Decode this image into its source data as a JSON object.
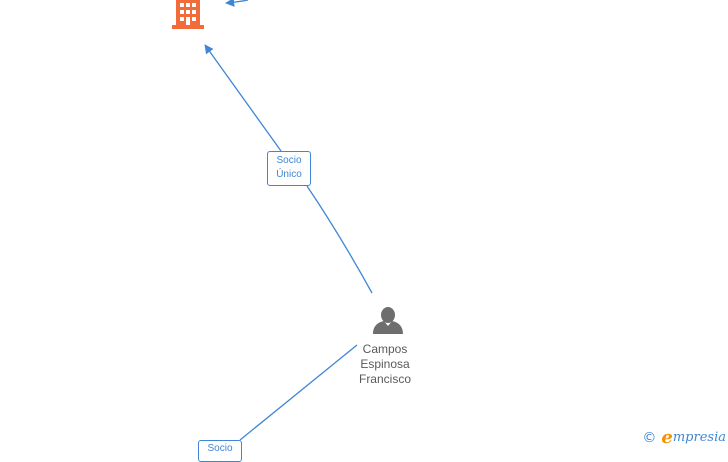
{
  "colors": {
    "edge": "#3f86d6",
    "company": "#f26b3a",
    "person": "#6e6e6e",
    "watermark_accent": "#f39200"
  },
  "nodes": {
    "company": {
      "icon": "building-icon"
    },
    "person": {
      "icon": "person-icon",
      "name_lines": [
        "Campos",
        "Espinosa",
        "Francisco"
      ]
    }
  },
  "edges": {
    "upper": {
      "label_lines": [
        "Socio",
        "Único"
      ]
    },
    "lower": {
      "label_lines": [
        "Socio"
      ]
    }
  },
  "watermark": {
    "copyright_symbol": "©",
    "brand_initial": "e",
    "brand_rest": "mpresia"
  }
}
